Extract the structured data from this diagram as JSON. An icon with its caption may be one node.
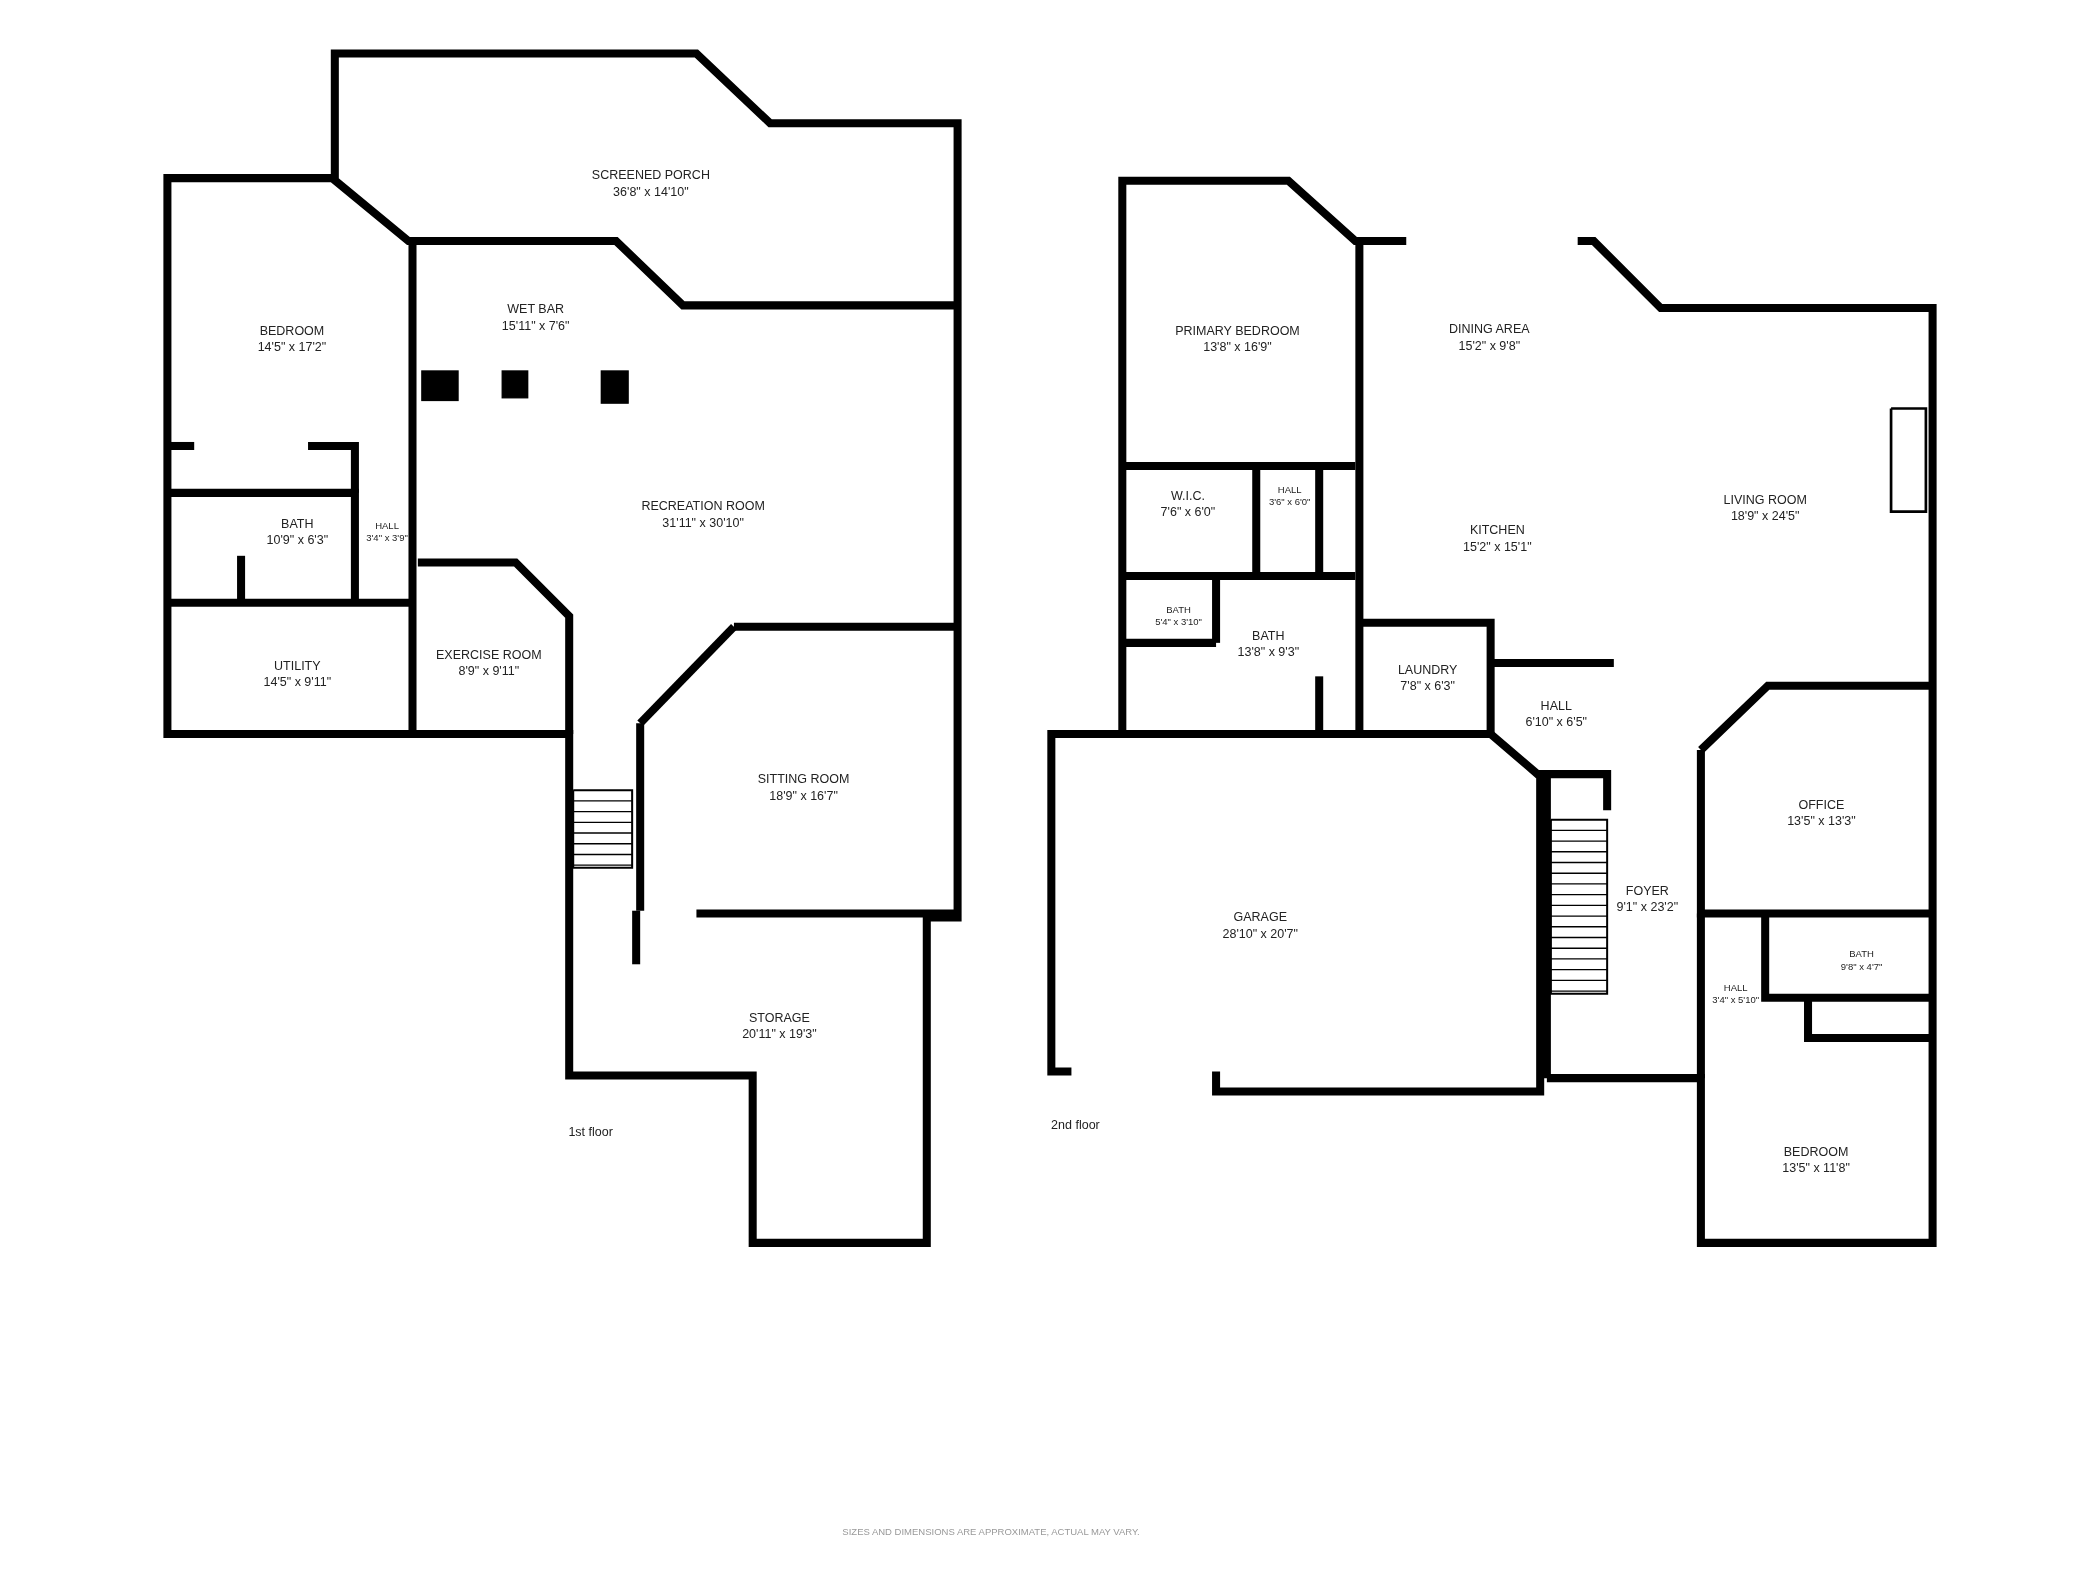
{
  "diagram": {
    "nodes": [
      {
        "text": [
          "SCREENED PORCH",
          "36'8\" x 14'10\""
        ]
      },
      {
        "text": [
          "WET BAR",
          "15'11\" x 7'6\""
        ]
      },
      {
        "text": [
          "BEDROOM",
          "14'5\" x 17'2\""
        ]
      },
      {
        "text": [
          "BATH",
          "10'9\" x 6'3\""
        ]
      },
      {
        "text": [
          "HALL",
          "3'4\" x 3'9\""
        ]
      },
      {
        "text": [
          "UTILITY",
          "14'5\" x 9'11\""
        ]
      },
      {
        "text": [
          "EXERCISE ROOM",
          "8'9\" x 9'11\""
        ]
      },
      {
        "text": [
          "RECREATION ROOM",
          "31'11\" x 30'10\""
        ]
      },
      {
        "text": [
          "SITTING ROOM",
          "18'9\" x 16'7\""
        ]
      },
      {
        "text": [
          "STORAGE",
          "20'11\" x 19'3\""
        ]
      },
      {
        "text": [
          "PRIMARY BEDROOM",
          "13'8\" x 16'9\""
        ]
      },
      {
        "text": [
          "DINING AREA",
          "15'2\" x 9'8\""
        ]
      },
      {
        "text": [
          "LIVING ROOM",
          "18'9\" x 24'5\""
        ]
      },
      {
        "text": [
          "W.I.C.",
          "7'6\" x 6'0\""
        ]
      },
      {
        "text": [
          "HALL",
          "3'6\" x 6'0\""
        ]
      },
      {
        "text": [
          "KITCHEN",
          "15'2\" x 15'1\""
        ]
      },
      {
        "text": [
          "BATH",
          "5'4\" x 3'10\""
        ]
      },
      {
        "text": [
          "BATH",
          "13'8\" x 9'3\""
        ]
      },
      {
        "text": [
          "LAUNDRY",
          "7'8\" x 6'3\""
        ]
      },
      {
        "text": [
          "HALL",
          "6'10\" x 6'5\""
        ]
      },
      {
        "text": [
          "OFFICE",
          "13'5\" x 13'3\""
        ]
      },
      {
        "text": [
          "GARAGE",
          "28'10\" x 20'7\""
        ]
      },
      {
        "text": [
          "FOYER",
          "9'1\" x 23'2\""
        ]
      },
      {
        "text": [
          "BATH",
          "9'8\" x 4'7\""
        ]
      },
      {
        "text": [
          "HALL",
          "3'4\" x 5'10\""
        ]
      },
      {
        "text": [
          "BEDROOM",
          "13'5\" x 11'8\""
        ]
      }
    ],
    "labels": [
      "1st floor",
      "2nd floor",
      "SIZES AND DIMENSIONS ARE APPROXIMATE, ACTUAL MAY VARY."
    ]
  }
}
